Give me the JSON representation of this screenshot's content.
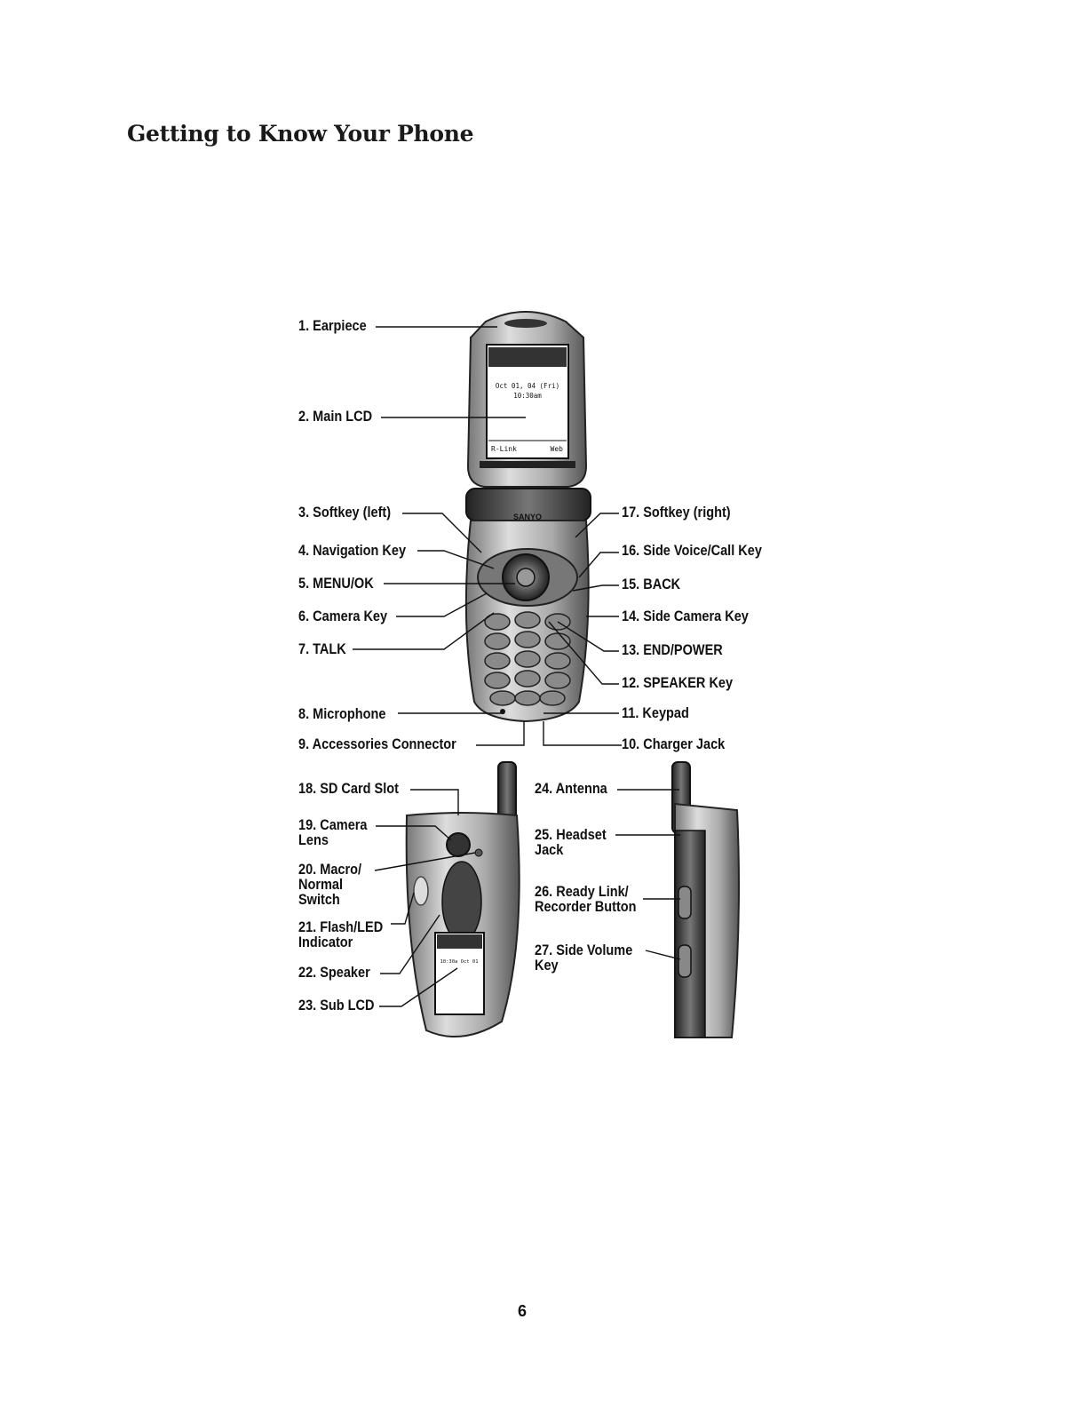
{
  "page": {
    "title": "Getting to Know Your Phone",
    "page_number": "6"
  },
  "screen": {
    "date": "Oct 01, 04 (Fri)",
    "time": "10:30am",
    "softkey_left": "R-Link",
    "softkey_right": "Web",
    "brand": "SANYO",
    "sub_time": "10:30a Oct 01"
  },
  "labels_open": [
    "1. Earpiece",
    "2. Main LCD",
    "3. Softkey (left)",
    "4. Navigation Key",
    "5. MENU/OK",
    "6. Camera Key",
    "7. TALK",
    "8. Microphone",
    "9. Accessories Connector",
    "10. Charger Jack",
    "11. Keypad",
    "12. SPEAKER Key",
    "13. END/POWER",
    "14. Side Camera Key",
    "15. BACK",
    "16. Side Voice/Call Key",
    "17. Softkey (right)"
  ],
  "labels_closed": [
    "18. SD Card Slot",
    "19. Camera Lens",
    "20. Macro/ Normal Switch",
    "21. Flash/LED Indicator",
    "22. Speaker",
    "23. Sub LCD"
  ],
  "labels_side": [
    "24. Antenna",
    "25. Headset Jack",
    "26. Ready Link/ Recorder Button",
    "27. Side Volume Key"
  ]
}
